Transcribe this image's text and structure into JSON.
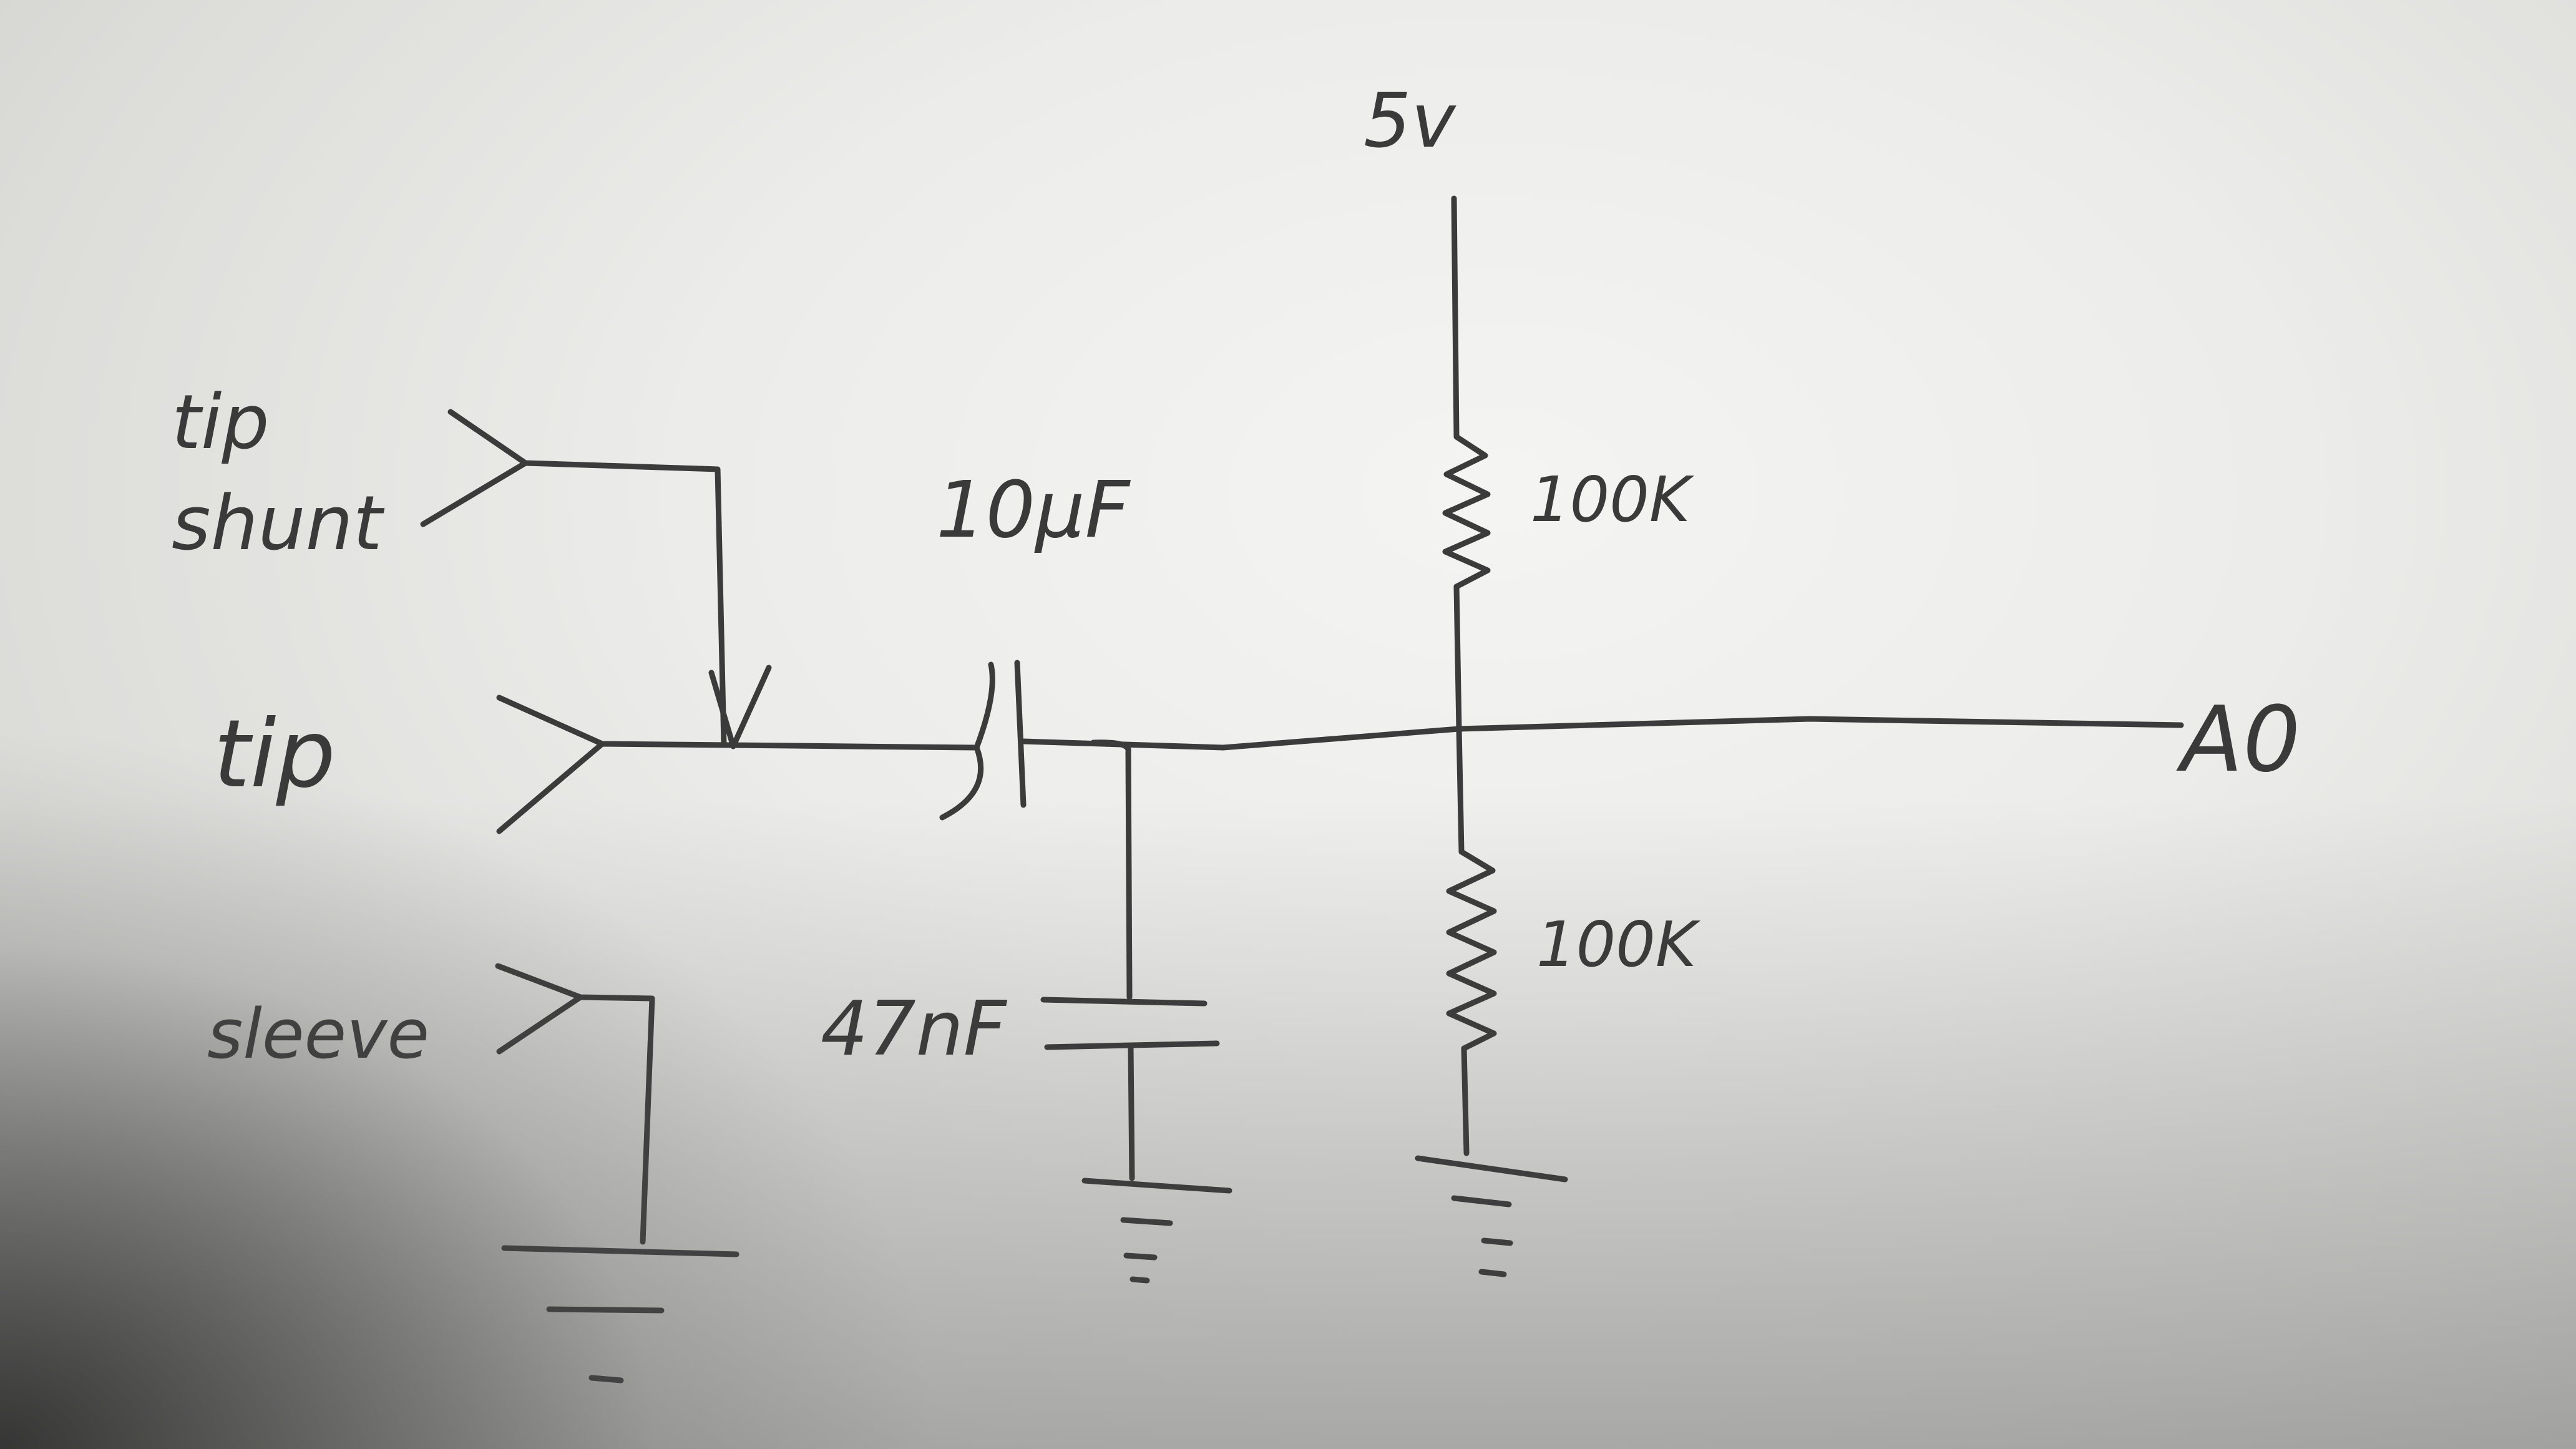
{
  "labels": {
    "supply": "5v",
    "tip_shunt_line1": "tip",
    "tip_shunt_line2": "shunt",
    "tip": "tip",
    "sleeve": "sleeve",
    "cap_coupling": "10μF",
    "cap_filter": "47nF",
    "resistor_top": "100K",
    "resistor_bottom": "100K",
    "output": "A0"
  },
  "colors": {
    "ink": "#3b3b3b",
    "paper": "#ececea"
  }
}
